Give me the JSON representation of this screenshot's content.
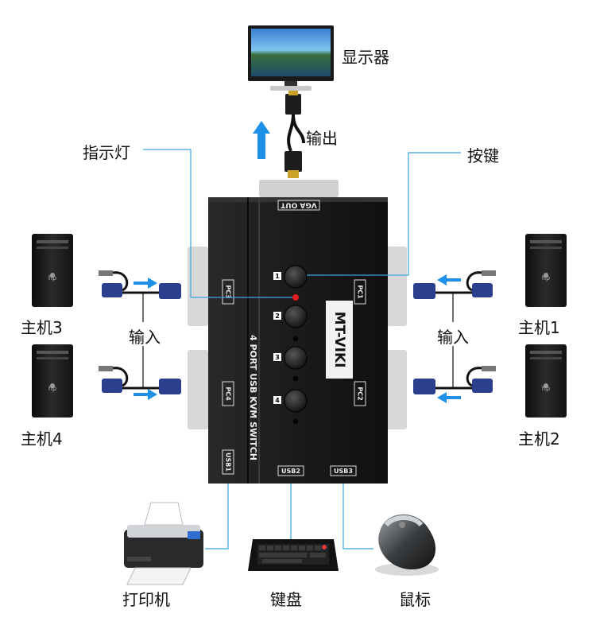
{
  "labels": {
    "monitor": "显示器",
    "output": "输出",
    "indicator": "指示灯",
    "button": "按键",
    "host1": "主机1",
    "host2": "主机2",
    "host3": "主机3",
    "host4": "主机4",
    "input_left": "输入",
    "input_right": "输入",
    "printer": "打印机",
    "keyboard": "键盘",
    "mouse": "鼠标"
  },
  "device": {
    "brand": "MT-VIKI",
    "model": "4 PORT USB KVM SWITCH",
    "vga_out": "VGA OUT",
    "pc1": "PC1",
    "pc2": "PC2",
    "pc3": "PC3",
    "pc4": "PC4",
    "usb1": "USB1",
    "usb2": "USB2",
    "usb3": "USB3",
    "btn1": "1",
    "btn2": "2",
    "btn3": "3",
    "btn4": "4",
    "tower_logo": "hp"
  },
  "colors": {
    "connector_line": "#3aa3e0",
    "arrow": "#1e90e8",
    "indicator_led": "#e31b1b",
    "device_body": "#1c1c1c"
  }
}
